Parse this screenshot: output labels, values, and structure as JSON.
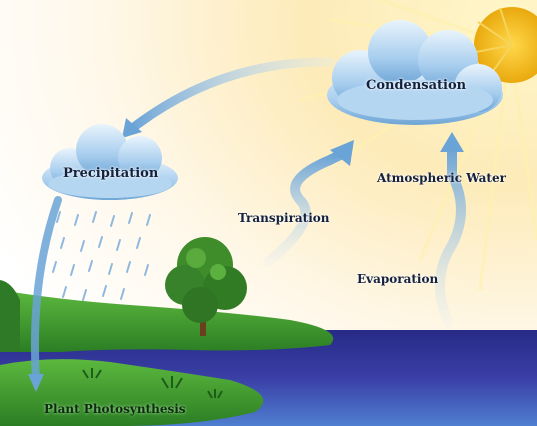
{
  "labels": {
    "condensation": "Condensation",
    "precipitation": "Precipitation",
    "atmospheric_water": "Atmospheric Water",
    "transpiration": "Transpiration",
    "evaporation": "Evaporation",
    "plant_photosynthesis": "Plant Photosynthesis"
  },
  "colors": {
    "sky_warm": "#fbe6b0",
    "sun": "#f4c21f",
    "cloud": "#9fc9ec",
    "arrow": "#7fb2dc",
    "grass": "#3c9a2e",
    "water": "#2d2f8f",
    "tree": "#3f8f2b"
  }
}
